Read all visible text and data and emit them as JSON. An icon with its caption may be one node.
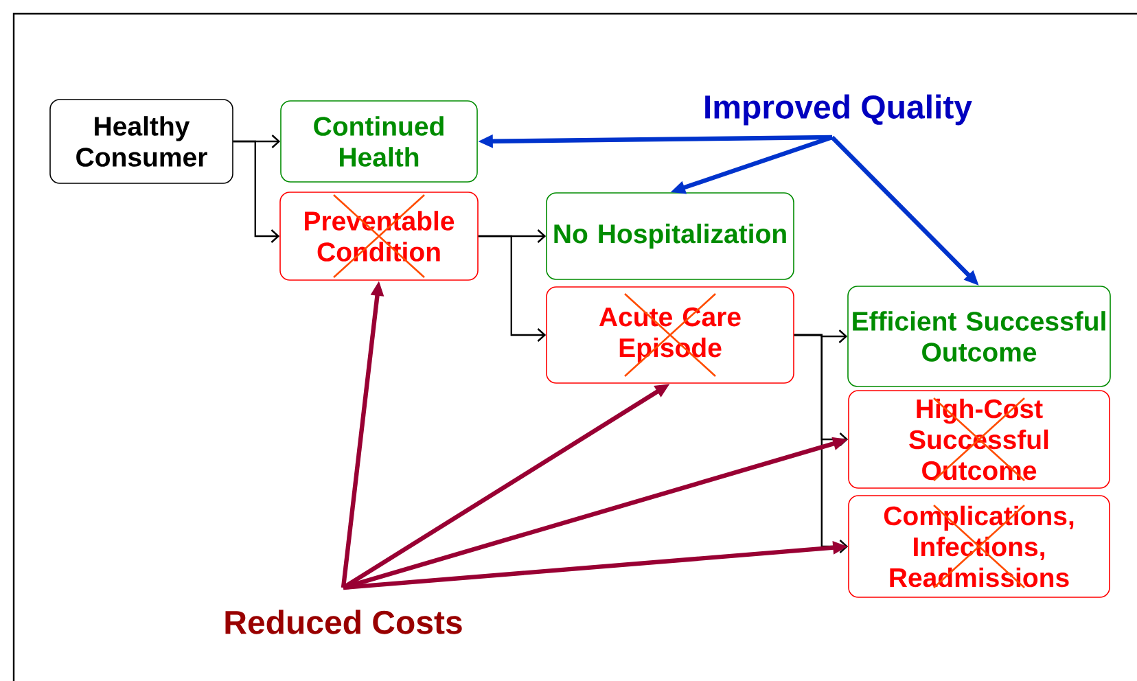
{
  "diagram": {
    "nodes": [
      {
        "text": [
          "Healthy Consumer"
        ]
      },
      {
        "text": [
          "Continued Health"
        ]
      },
      {
        "text": [
          "Preventable Condition"
        ]
      },
      {
        "text": [
          "No Hospitalization"
        ]
      },
      {
        "text": [
          "Acute Care Episode"
        ]
      },
      {
        "text": [
          "Efficient Successful Outcome"
        ]
      },
      {
        "text": [
          "High-Cost Successful Outcome"
        ]
      },
      {
        "text": [
          "Complications, Infections, Readmissions"
        ]
      },
      {
        "text": [
          "Improved Quality"
        ]
      },
      {
        "text": [
          "Reduced Costs"
        ]
      }
    ],
    "edges": [
      {
        "from": 0,
        "to": 1,
        "arrow": "to"
      },
      {
        "from": 0,
        "to": 2,
        "arrow": "to"
      },
      {
        "from": 2,
        "to": 3,
        "arrow": "to"
      },
      {
        "from": 2,
        "to": 4,
        "arrow": "to"
      },
      {
        "from": 4,
        "to": 5,
        "arrow": "to"
      },
      {
        "from": 4,
        "to": 6,
        "arrow": "to"
      },
      {
        "from": 4,
        "to": 7,
        "arrow": "to"
      },
      {
        "from": 8,
        "to": 1,
        "arrow": "to",
        "style": "thick",
        "color": "#0033cc"
      },
      {
        "from": 8,
        "to": 3,
        "arrow": "to",
        "style": "thick",
        "color": "#0033cc"
      },
      {
        "from": 8,
        "to": 5,
        "arrow": "to",
        "style": "thick",
        "color": "#0033cc"
      },
      {
        "from": 9,
        "to": 2,
        "arrow": "to",
        "style": "thick",
        "color": "#990033"
      },
      {
        "from": 9,
        "to": 4,
        "arrow": "to",
        "style": "thick",
        "color": "#990033"
      },
      {
        "from": 9,
        "to": 6,
        "arrow": "to",
        "style": "thick",
        "color": "#990033"
      },
      {
        "from": 9,
        "to": 7,
        "arrow": "to",
        "style": "thick",
        "color": "#990033"
      }
    ]
  }
}
